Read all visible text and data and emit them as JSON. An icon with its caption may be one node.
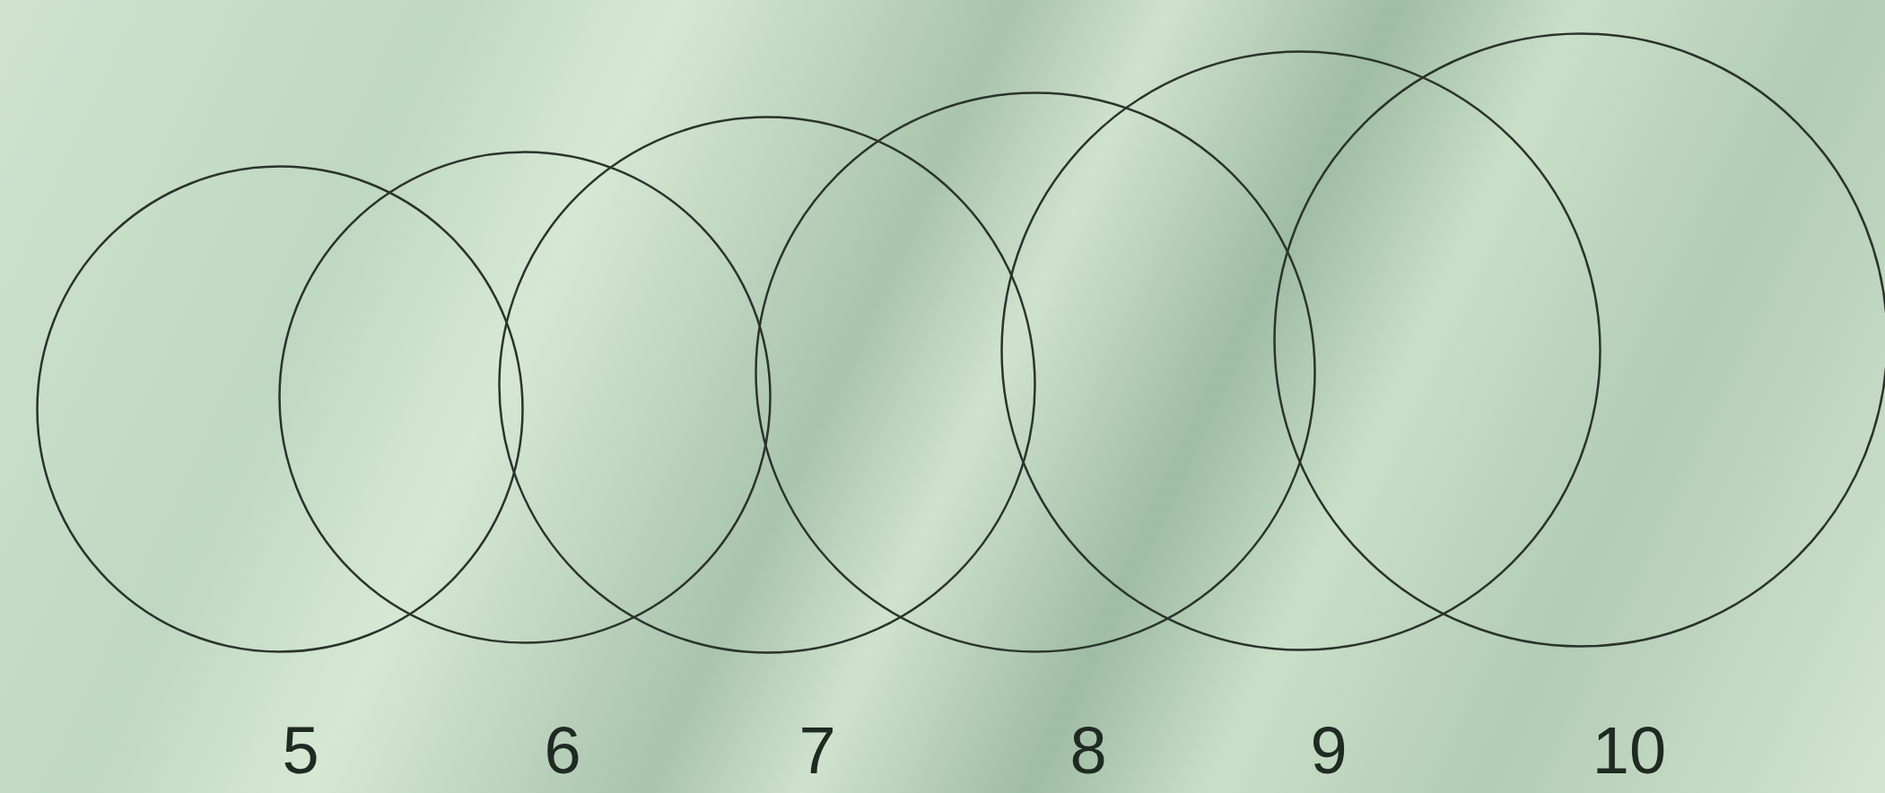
{
  "diagram": {
    "nodes": [
      {
        "text": [],
        "shape": "circle",
        "beside": [
          "5"
        ]
      },
      {
        "text": [],
        "shape": "circle",
        "beside": [
          "6"
        ]
      },
      {
        "text": [],
        "shape": "circle",
        "beside": [
          "7"
        ]
      },
      {
        "text": [],
        "shape": "circle",
        "beside": [
          "8"
        ]
      },
      {
        "text": [],
        "shape": "circle",
        "beside": [
          "9"
        ]
      },
      {
        "text": [],
        "shape": "circle",
        "beside": [
          "10"
        ]
      }
    ]
  }
}
